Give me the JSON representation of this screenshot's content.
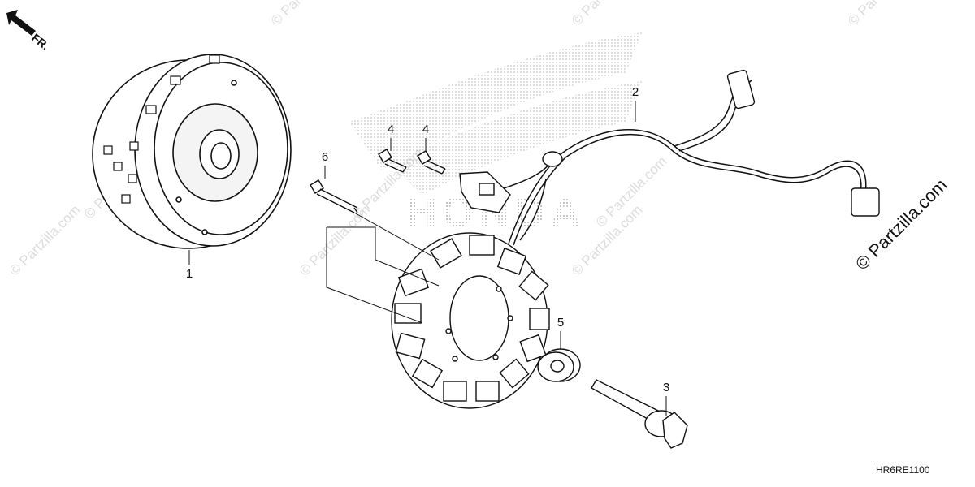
{
  "orientation": {
    "label": "FR.",
    "icon": "arrow-icon"
  },
  "brand_logo": {
    "text": "HONDA"
  },
  "watermark": {
    "text": "© Partzilla.com"
  },
  "brand_mark": {
    "text": "© Partzilla.com"
  },
  "diagram_code": "HR6RE1100",
  "callouts": [
    {
      "label": "1",
      "part": "flywheel"
    },
    {
      "label": "2",
      "part": "wire-harness"
    },
    {
      "label": "3",
      "part": "flange-bolt"
    },
    {
      "label": "4",
      "part": "bolt"
    },
    {
      "label": "4",
      "part": "bolt"
    },
    {
      "label": "5",
      "part": "washer"
    },
    {
      "label": "6",
      "part": "bolt"
    }
  ],
  "colors": {
    "line": "#111111",
    "watermark": "#dcdcdc",
    "stipple": "#b5b5b5"
  }
}
